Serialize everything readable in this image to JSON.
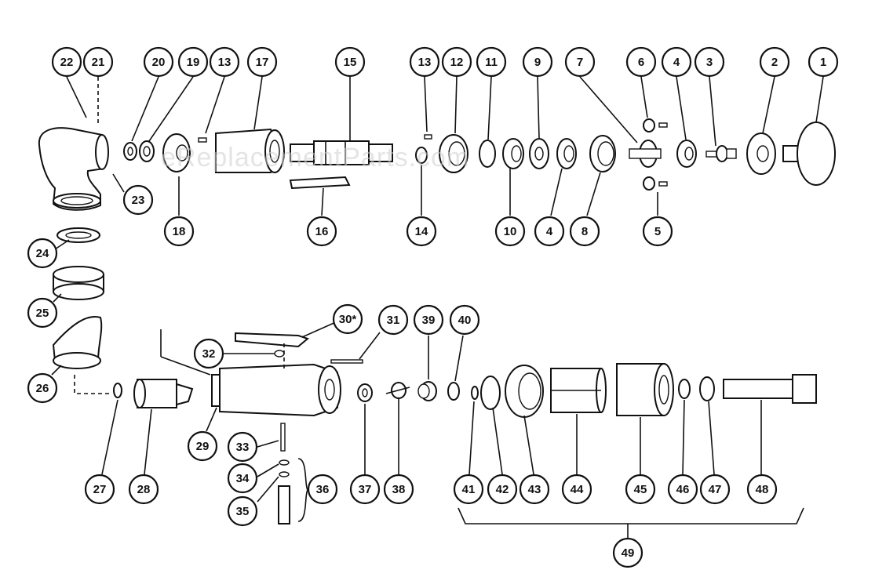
{
  "watermark": "eReplacementParts.com",
  "callouts": [
    {
      "id": "c22",
      "label": "22"
    },
    {
      "id": "c21",
      "label": "21"
    },
    {
      "id": "c20",
      "label": "20"
    },
    {
      "id": "c19",
      "label": "19"
    },
    {
      "id": "c13a",
      "label": "13"
    },
    {
      "id": "c17",
      "label": "17"
    },
    {
      "id": "c15",
      "label": "15"
    },
    {
      "id": "c13b",
      "label": "13"
    },
    {
      "id": "c12",
      "label": "12"
    },
    {
      "id": "c11",
      "label": "11"
    },
    {
      "id": "c9",
      "label": "9"
    },
    {
      "id": "c7",
      "label": "7"
    },
    {
      "id": "c6",
      "label": "6"
    },
    {
      "id": "c4a",
      "label": "4"
    },
    {
      "id": "c3",
      "label": "3"
    },
    {
      "id": "c2",
      "label": "2"
    },
    {
      "id": "c1",
      "label": "1"
    },
    {
      "id": "c23",
      "label": "23"
    },
    {
      "id": "c18",
      "label": "18"
    },
    {
      "id": "c16",
      "label": "16"
    },
    {
      "id": "c14",
      "label": "14"
    },
    {
      "id": "c10",
      "label": "10"
    },
    {
      "id": "c4b",
      "label": "4"
    },
    {
      "id": "c8",
      "label": "8"
    },
    {
      "id": "c5",
      "label": "5"
    },
    {
      "id": "c24",
      "label": "24"
    },
    {
      "id": "c25",
      "label": "25"
    },
    {
      "id": "c26",
      "label": "26"
    },
    {
      "id": "c30",
      "label": "30*"
    },
    {
      "id": "c31",
      "label": "31"
    },
    {
      "id": "c39",
      "label": "39"
    },
    {
      "id": "c40",
      "label": "40"
    },
    {
      "id": "c32",
      "label": "32"
    },
    {
      "id": "c29",
      "label": "29"
    },
    {
      "id": "c33",
      "label": "33"
    },
    {
      "id": "c34",
      "label": "34"
    },
    {
      "id": "c35",
      "label": "35"
    },
    {
      "id": "c36",
      "label": "36"
    },
    {
      "id": "c27",
      "label": "27"
    },
    {
      "id": "c28",
      "label": "28"
    },
    {
      "id": "c37",
      "label": "37"
    },
    {
      "id": "c38",
      "label": "38"
    },
    {
      "id": "c41",
      "label": "41"
    },
    {
      "id": "c42",
      "label": "42"
    },
    {
      "id": "c43",
      "label": "43"
    },
    {
      "id": "c44",
      "label": "44"
    },
    {
      "id": "c45",
      "label": "45"
    },
    {
      "id": "c46",
      "label": "46"
    },
    {
      "id": "c47",
      "label": "47"
    },
    {
      "id": "c48",
      "label": "48"
    },
    {
      "id": "c49",
      "label": "49"
    }
  ]
}
